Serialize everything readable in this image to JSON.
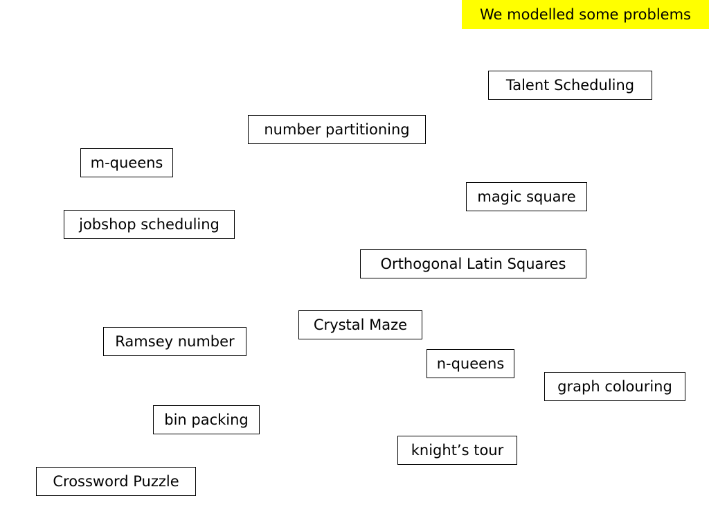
{
  "title": {
    "text": "We modelled some problems",
    "highlight_color": "#ffff00"
  },
  "problems": {
    "talent_scheduling": "Talent Scheduling",
    "number_partitioning": "number partitioning",
    "m_queens": "m-queens",
    "magic_square": "magic square",
    "jobshop_scheduling": "jobshop scheduling",
    "orthogonal_latin_squares": "Orthogonal Latin Squares",
    "crystal_maze": "Crystal Maze",
    "ramsey_number": "Ramsey number",
    "n_queens": "n-queens",
    "graph_colouring": "graph colouring",
    "bin_packing": "bin packing",
    "knights_tour": "knight’s tour",
    "crossword_puzzle": "Crossword Puzzle"
  },
  "colors": {
    "background": "#ffffff",
    "border": "#000000",
    "text": "#000000"
  }
}
